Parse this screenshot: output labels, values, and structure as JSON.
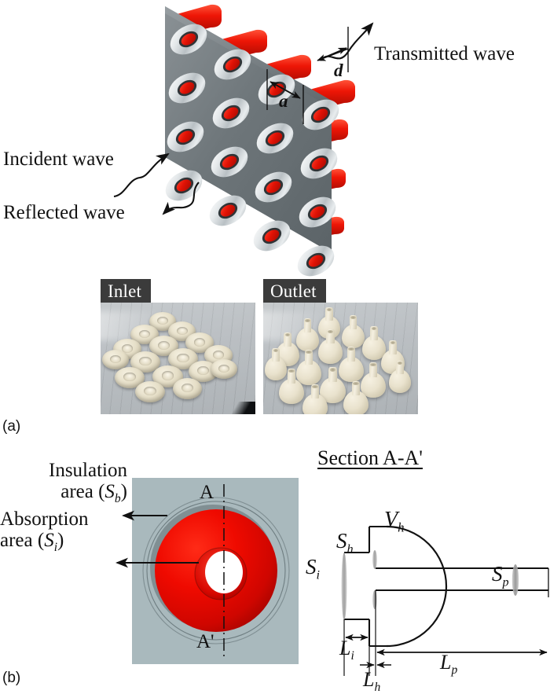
{
  "figure": {
    "panel_a_tag": "(a)",
    "panel_b_tag": "(b)"
  },
  "panel_a": {
    "labels": {
      "transmitted_wave": "Transmitted wave",
      "incident_wave": "Incident wave",
      "reflected_wave": "Reflected wave",
      "dim_a": "a",
      "dim_d": "d"
    },
    "photos": [
      {
        "caption": "Inlet"
      },
      {
        "caption": "Outlet"
      }
    ],
    "plate": {
      "rows": 4,
      "columns": 4,
      "hole_count": 16,
      "plate_color": "#6d7478",
      "ring_color": "#e8eaec",
      "tube_color": "#e8190f"
    }
  },
  "panel_b": {
    "cross_section": {
      "insulation_label_line1": "Insulation",
      "insulation_label_line2": "area",
      "insulation_symbol_open": "(",
      "insulation_symbol": "S",
      "insulation_symbol_sub": "b",
      "insulation_symbol_close": ")",
      "absorption_label_line1": "Absorption",
      "absorption_label_line2": "area",
      "absorption_symbol_open": "(",
      "absorption_symbol": "S",
      "absorption_symbol_sub": "i",
      "absorption_symbol_close": ")",
      "section_marker_top": "A",
      "section_marker_bottom": "A'",
      "background_color": "#a9b9bd",
      "absorber_color": "#e00000"
    },
    "section_view": {
      "title": "Section A-A'",
      "labels": [
        {
          "symbol": "S",
          "sub": "i",
          "name": "inlet-area"
        },
        {
          "symbol": "S",
          "sub": "h",
          "name": "hole-area"
        },
        {
          "symbol": "V",
          "sub": "h",
          "name": "cavity-volume"
        },
        {
          "symbol": "S",
          "sub": "p",
          "name": "pipe-area"
        },
        {
          "symbol": "L",
          "sub": "i",
          "name": "inlet-length"
        },
        {
          "symbol": "L",
          "sub": "h",
          "name": "hole-length"
        },
        {
          "symbol": "L",
          "sub": "p",
          "name": "pipe-length"
        }
      ]
    }
  }
}
